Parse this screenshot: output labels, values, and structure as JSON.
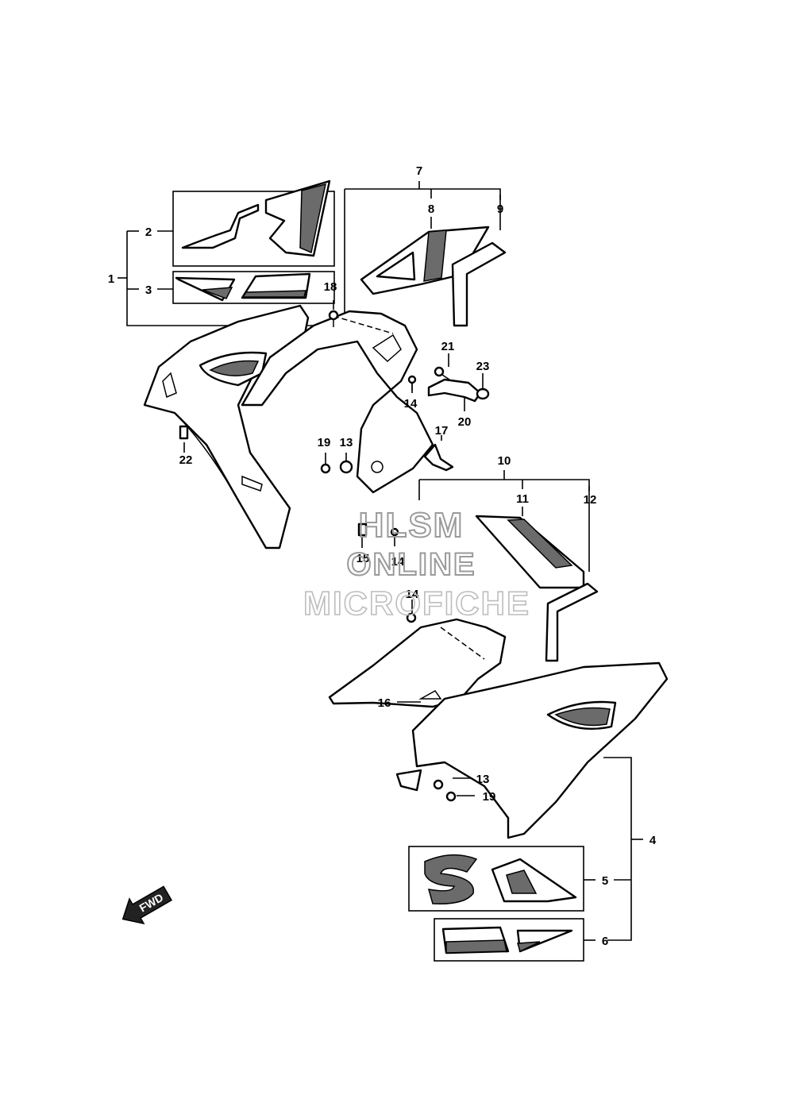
{
  "callouts": [
    "1",
    "2",
    "3",
    "4",
    "5",
    "6",
    "7",
    "8",
    "9",
    "10",
    "11",
    "12",
    "13",
    "13",
    "14",
    "14",
    "14",
    "15",
    "16",
    "17",
    "18",
    "19",
    "19",
    "20",
    "21",
    "22",
    "23"
  ],
  "fwd_label": "FWD",
  "watermark": {
    "line1": "HLSM",
    "line2": "ONLINE",
    "line3": "MICROFICHE"
  }
}
